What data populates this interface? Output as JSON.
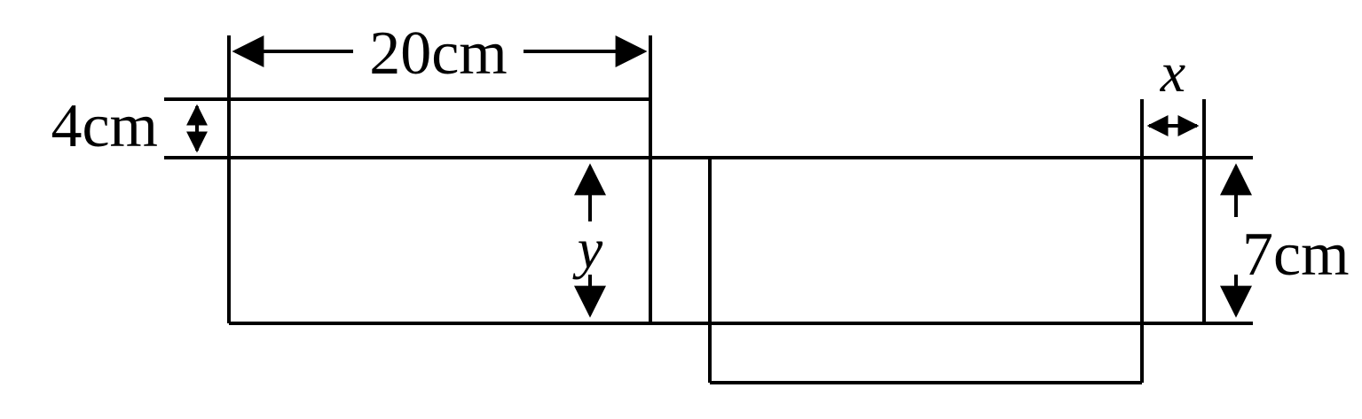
{
  "figure": {
    "description": "Two overlapping rectangles with dimension annotations",
    "stroke_color": "#000000",
    "background_color": "#ffffff",
    "dimensions": {
      "top_width_label": "20cm",
      "left_strip_height_label": "4cm",
      "right_offset_label": "x",
      "left_depth_label": "y",
      "right_height_label": "7cm"
    }
  }
}
